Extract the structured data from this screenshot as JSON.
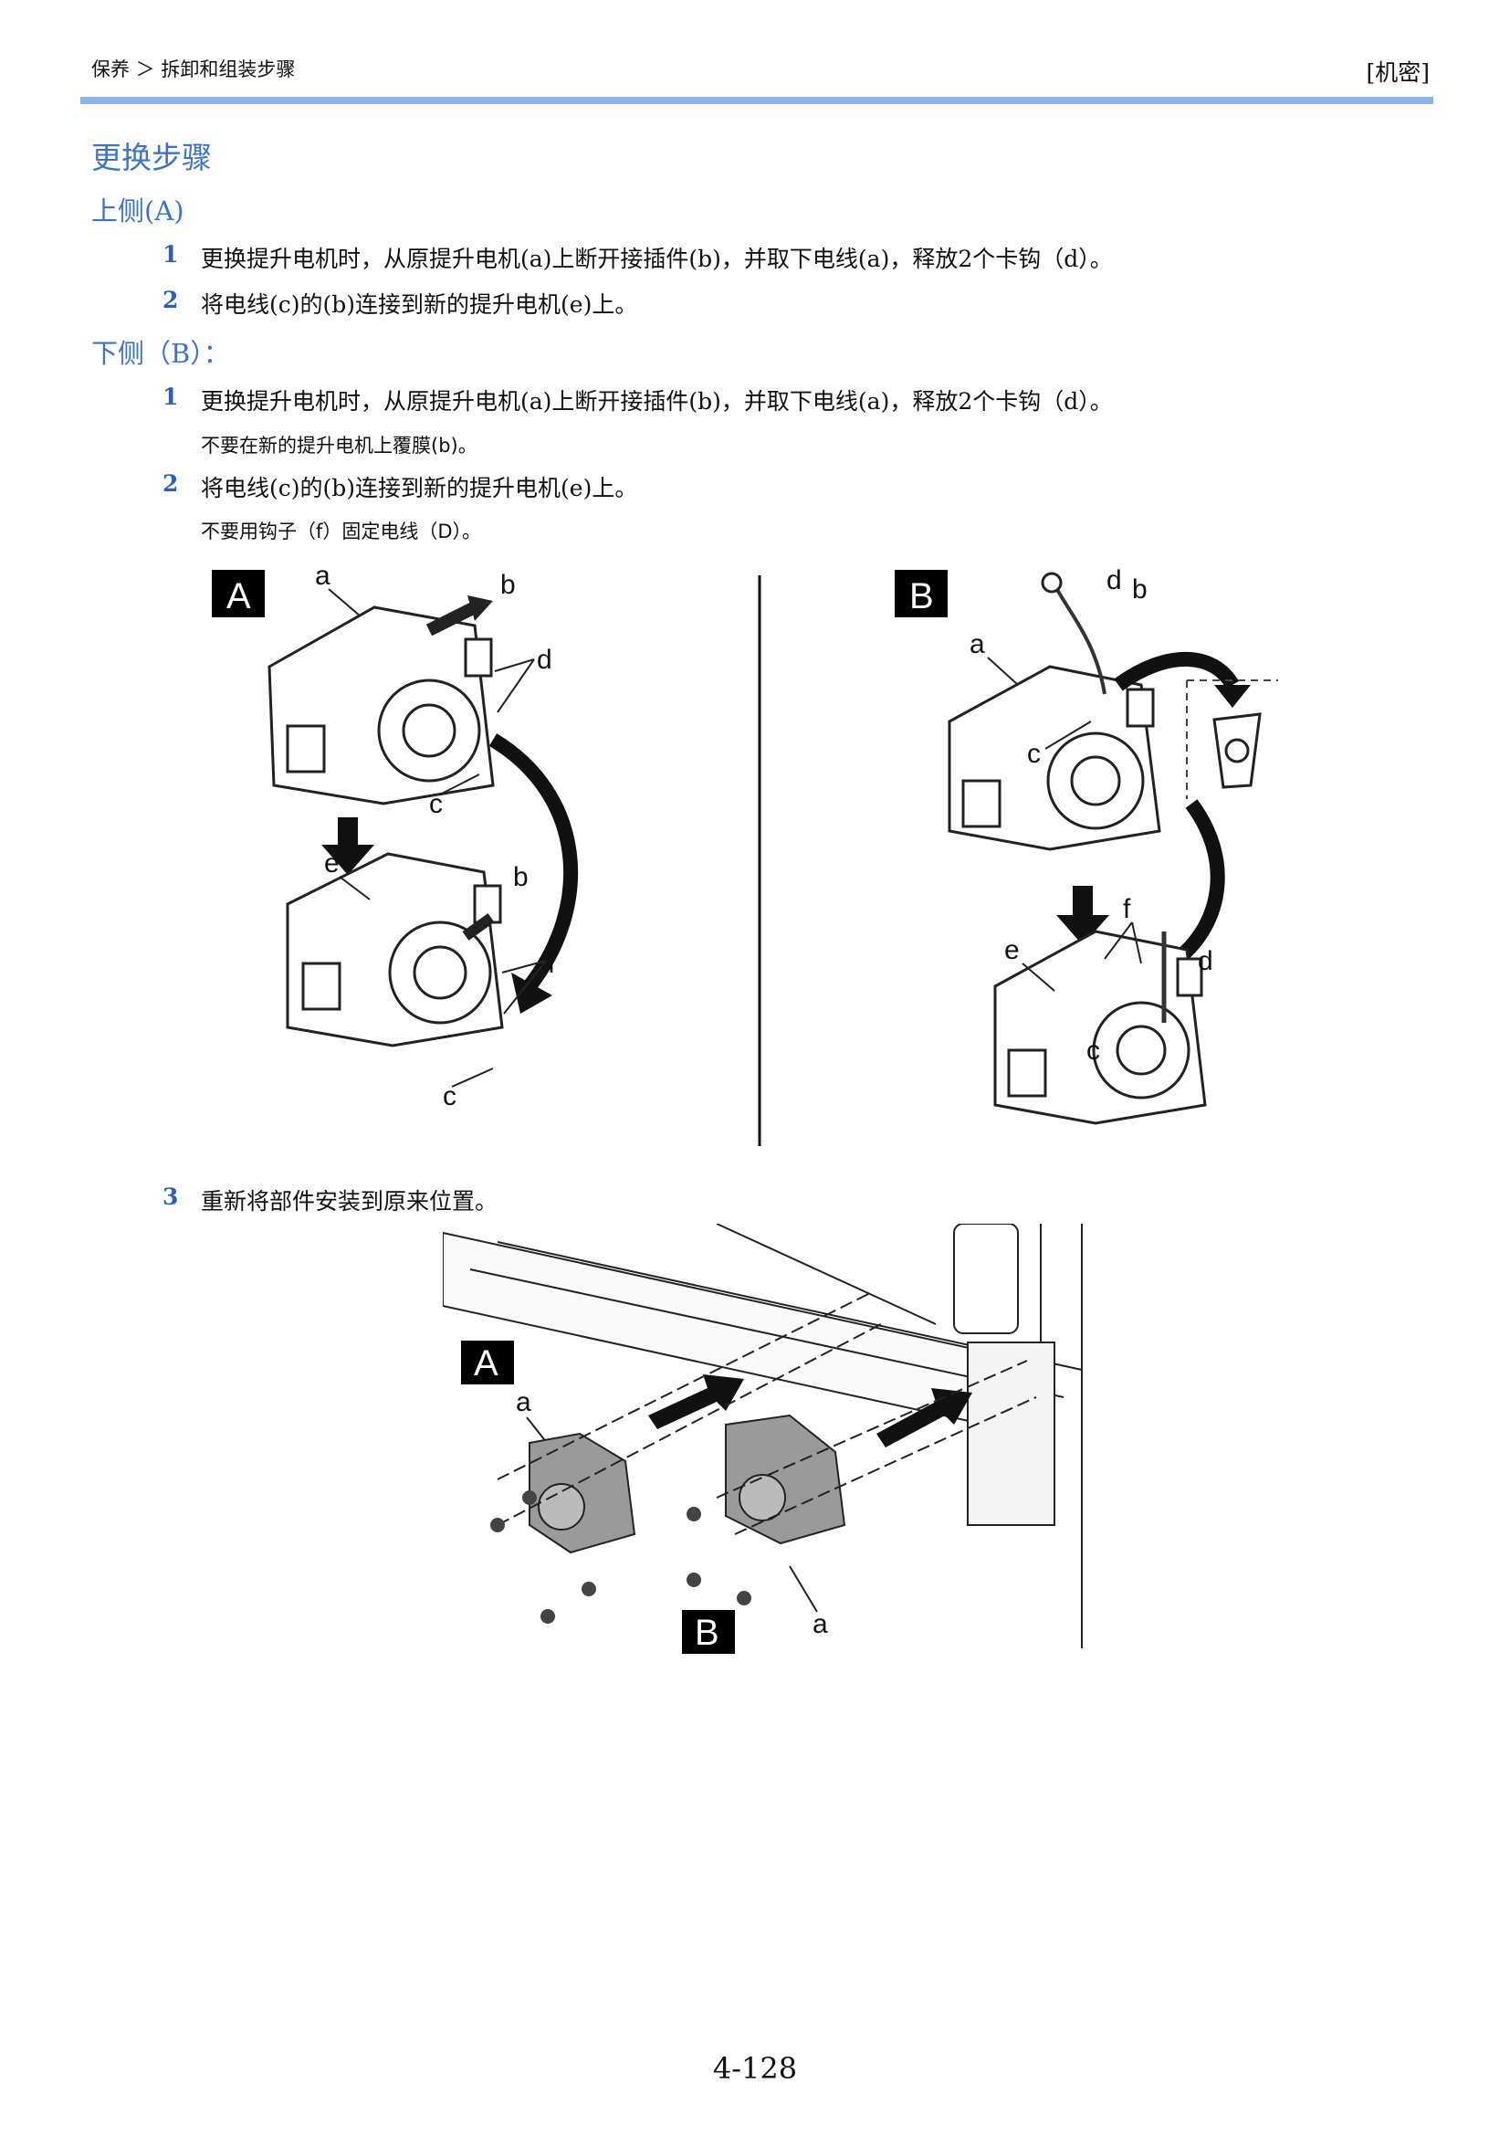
{
  "header": {
    "breadcrumb": "保养 ＞ 拆卸和组装步骤",
    "confidential": "[机密]"
  },
  "title": "更换步骤",
  "section_a": {
    "heading": "上侧(A)",
    "steps": [
      {
        "num": "1",
        "text": "更换提升电机时，从原提升电机(a)上断开接插件(b)，并取下电线(a)，释放2个卡钩（d）。"
      },
      {
        "num": "2",
        "text": "将电线(c)的(b)连接到新的提升电机(e)上。"
      }
    ]
  },
  "section_b": {
    "heading": "下侧（B）：",
    "steps": [
      {
        "num": "1",
        "text": "更换提升电机时，从原提升电机(a)上断开接插件(b)，并取下电线(a)，释放2个卡钩（d）。",
        "note": "不要在新的提升电机上覆膜(b)。"
      },
      {
        "num": "2",
        "text": "将电线(c)的(b)连接到新的提升电机(e)上。",
        "note": "不要用钩子（f）固定电线（D）。"
      }
    ]
  },
  "step3": {
    "num": "3",
    "text": "重新将部件安装到原来位置。"
  },
  "figure_labels": {
    "A": "A",
    "B": "B",
    "a": "a",
    "b": "b",
    "c": "c",
    "d": "d",
    "e": "e",
    "f": "f"
  },
  "page_number": "4-128"
}
